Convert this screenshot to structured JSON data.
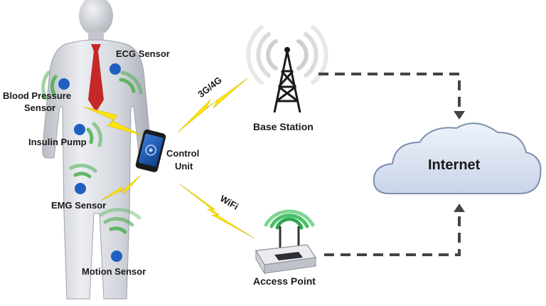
{
  "labels": {
    "ecg": "ECG Sensor",
    "bp_line1": "Blood Pressure",
    "bp_line2": "Sensor",
    "insulin": "Insulin Pump",
    "emg": "EMG Sensor",
    "motion": "Motion Sensor",
    "control_line1": "Control",
    "control_line2": "Unit",
    "cellular": "3G/4G",
    "wifi": "WiFi",
    "base_station": "Base Station",
    "access_point": "Access Point",
    "internet": "Internet"
  },
  "colors": {
    "sensor_dot": "#1f5fc2",
    "signal_arcs": "#4caf50",
    "lightning": "#ffe600",
    "tie": "#c62828",
    "link_dash": "#444444",
    "cloud_fill": "#dfe7f4",
    "cloud_stroke": "#7b8fb0"
  },
  "icons": [
    "human-figure",
    "smartphone-icon",
    "radio-tower-icon",
    "wifi-router-icon",
    "cloud-icon",
    "lightning-bolt-icon"
  ]
}
